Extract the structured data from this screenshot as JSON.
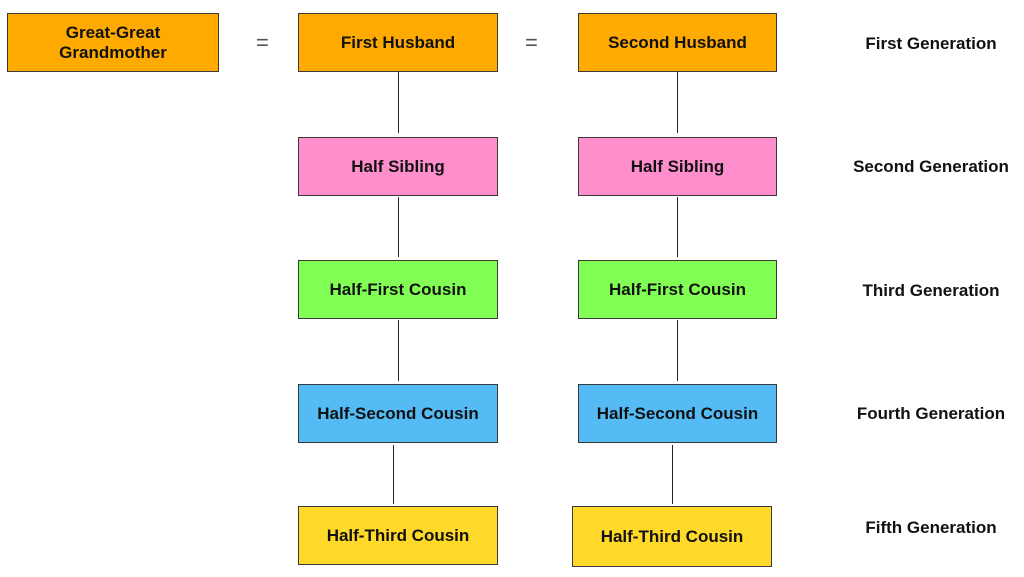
{
  "top_row": {
    "grandmother": "Great-Great\nGrandmother",
    "equals_1": "=",
    "first_husband": "First Husband",
    "equals_2": "=",
    "second_husband": "Second Husband"
  },
  "left_branch": [
    "Half Sibling",
    "Half-First Cousin",
    "Half-Second Cousin",
    "Half-Third Cousin"
  ],
  "right_branch": [
    "Half Sibling",
    "Half-First Cousin",
    "Half-Second Cousin",
    "Half-Third Cousin"
  ],
  "generations": [
    "First Generation",
    "Second Generation",
    "Third Generation",
    "Fourth Generation",
    "Fifth Generation"
  ],
  "colors": {
    "generation_1": "#FFAA00",
    "generation_2": "#FF8FCC",
    "generation_3": "#82FF55",
    "generation_4": "#55BBF5",
    "generation_5": "#FFD929"
  }
}
